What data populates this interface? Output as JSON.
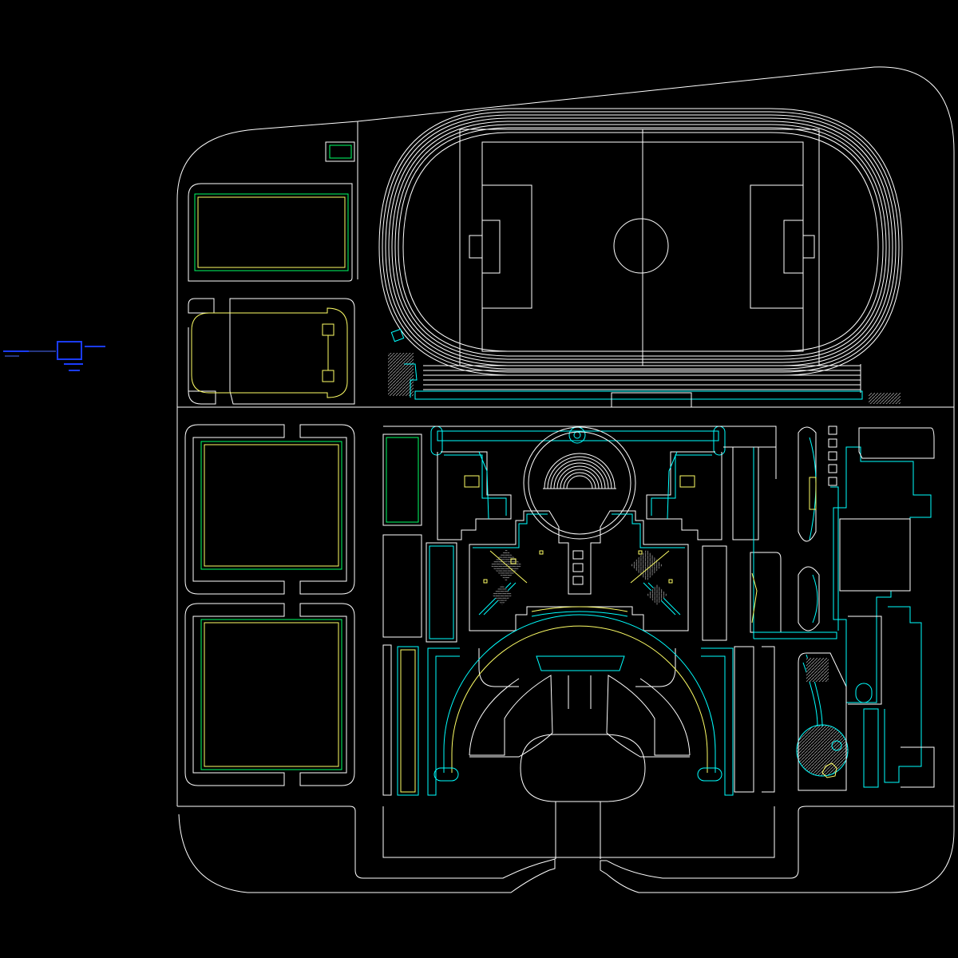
{
  "drawing": {
    "background": "#000000",
    "colors": {
      "outline": "#ffffff",
      "path": "#00ffff",
      "accent": "#ffff66",
      "green": "#00ff66",
      "hatch": "#9a9a9a",
      "thumbnail": "#1a3cff"
    },
    "stadium": {
      "track_lanes": 6,
      "field_lines": true
    },
    "blocks": {
      "west_courts": 2,
      "east_small_squares": 5,
      "plaza_small_squares": 3
    }
  }
}
